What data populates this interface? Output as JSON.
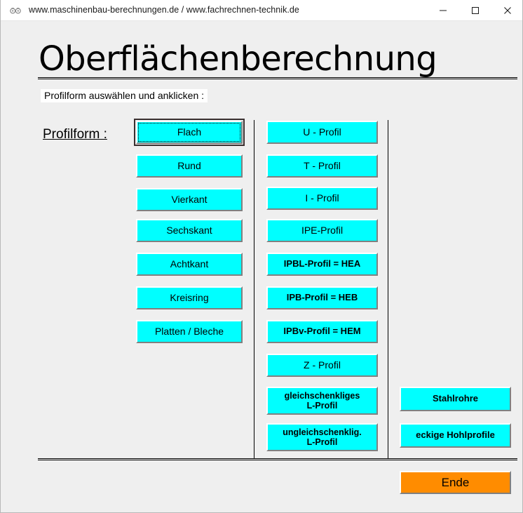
{
  "window": {
    "title": "www.maschinenbau-berechnungen.de / www.fachrechnen-technik.de",
    "icon": "glasses-icon",
    "controls": {
      "minimize": "—",
      "maximize": "☐",
      "close": "✕"
    }
  },
  "page": {
    "heading": "Oberflächenberechnung",
    "subtitle": "Profilform  auswählen  und  anklicken :",
    "section_label": "Profilform :"
  },
  "colors": {
    "button_cyan": "#00FFFF",
    "button_orange": "#FF8C00",
    "background": "#EFEFEF",
    "titlebar": "#FFFFFF",
    "text": "#000000"
  },
  "columns": {
    "column1": [
      {
        "label": "Flach",
        "focused": true
      },
      {
        "label": "Rund",
        "focused": false
      },
      {
        "label": "Vierkant",
        "focused": false
      },
      {
        "label": "Sechskant",
        "focused": false
      },
      {
        "label": "Achtkant",
        "focused": false
      },
      {
        "label": "Kreisring",
        "focused": false
      },
      {
        "label": "Platten / Bleche",
        "focused": false
      }
    ],
    "column2": [
      {
        "label": "U - Profil",
        "style": "normal"
      },
      {
        "label": "T - Profil",
        "style": "normal"
      },
      {
        "label": "I - Profil",
        "style": "normal"
      },
      {
        "label": "IPE-Profil",
        "style": "normal"
      },
      {
        "label": "IPBL-Profil = HEA",
        "style": "normal"
      },
      {
        "label": "IPB-Profil = HEB",
        "style": "normal"
      },
      {
        "label": "IPBv-Profil = HEM",
        "style": "normal"
      },
      {
        "label": "Z - Profil",
        "style": "normal"
      },
      {
        "label": "gleichschenkliges\nL-Profil",
        "style": "small"
      },
      {
        "label": "ungleichschenklig.\nL-Profil",
        "style": "small"
      }
    ],
    "column3": [
      {
        "label": "Stahlrohre"
      },
      {
        "label": "eckige Hohlprofile"
      }
    ]
  },
  "footer": {
    "end_button": "Ende"
  }
}
